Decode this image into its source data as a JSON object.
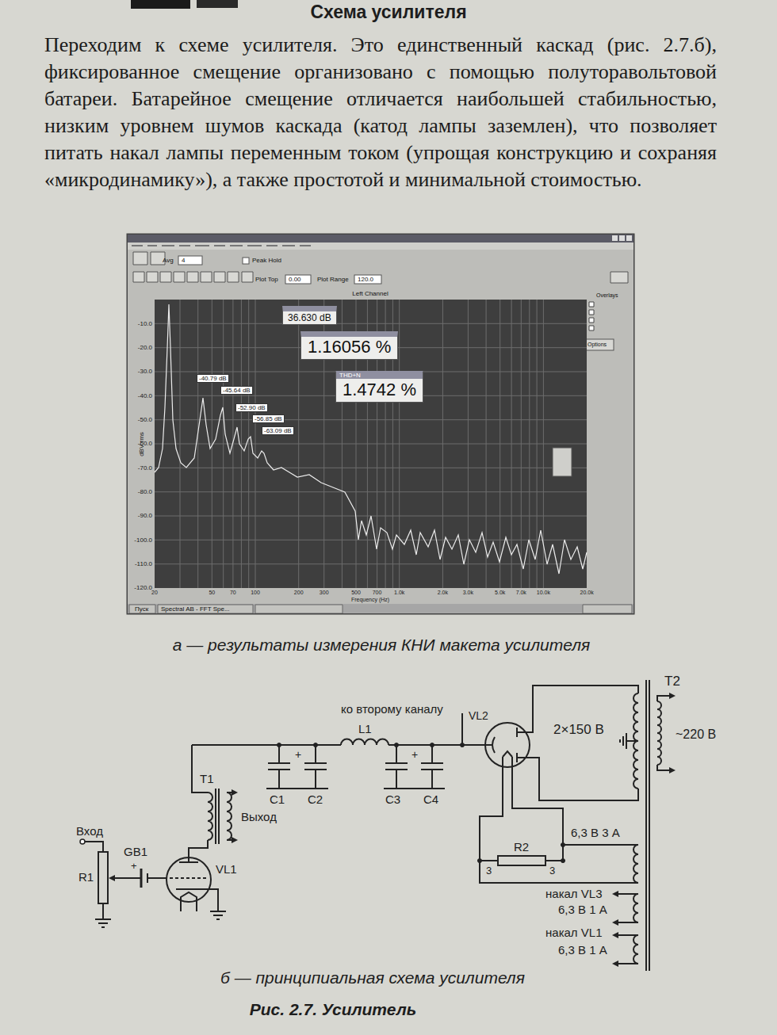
{
  "diagram": {
    "title": "Схема усилителя",
    "caption": "Рис. 2.7. Усилитель",
    "nodes": [
      {
        "text": [
          "а — результаты измерения КНИ макета усилителя"
        ]
      },
      {
        "text": [
          "36.630 dB"
        ],
        "in": 0
      },
      {
        "text": [
          "1.16056 %"
        ],
        "in": 0
      },
      {
        "text": [
          "THD+N",
          "1.4742 %"
        ],
        "in": 0
      }
    ],
    "labels": [
      "Переходим к схеме усилителя. Это единственный каскад (рис. 2.7.б), фиксированное смещение организовано с помощью полуторавольтовой батареи. Батарейное смещение отличается наибольшей стабильностью, низким уровнем шумов каскада (катод лампы заземлен), что позволяет питать накал лампы переменным током (упрощая конструкцию и сохраняя «микродинамику»), а также простотой и минимальной стоимостью.",
      "Avg",
      "4",
      "Peak Hold",
      "Plot Top",
      "0.00",
      "Plot Range",
      "120.0",
      "Left Channel",
      "Overlays",
      "Options",
      "dBV rms",
      "-10.0",
      "-20.0",
      "-30.0",
      "-40.0",
      "-50.0",
      "-60.0",
      "-70.0",
      "-80.0",
      "-90.0",
      "-100.0",
      "-110.0",
      "-120.0",
      "20",
      "50",
      "70",
      "100",
      "200",
      "300",
      "500",
      "700",
      "1.0k",
      "2.0k",
      "3.0k",
      "5.0k",
      "7.0k",
      "10.0k",
      "20.0k",
      "Frequency (Hz)",
      "-40.79 dB",
      "-45.64 dB",
      "-52.90 dB",
      "-56.85 dB",
      "-63.09 dB",
      "Пуск",
      "Spectral AB - FFT Spe...",
      "ко второму каналу",
      "L1",
      "C1",
      "+",
      "C2",
      "C3",
      "+",
      "C4",
      "VL2",
      "2×150 В",
      "T2",
      "~220 В",
      "T1",
      "Выход",
      "Вход",
      "GB1",
      "R1",
      "VL1",
      "R2",
      "3",
      "3",
      "6,3 В 3 А",
      "накал VL3",
      "6,3 В 1 А",
      "накал VL1",
      "6,3 В 1 А",
      "б — принципиальная схема усилителя",
      "+"
    ]
  }
}
